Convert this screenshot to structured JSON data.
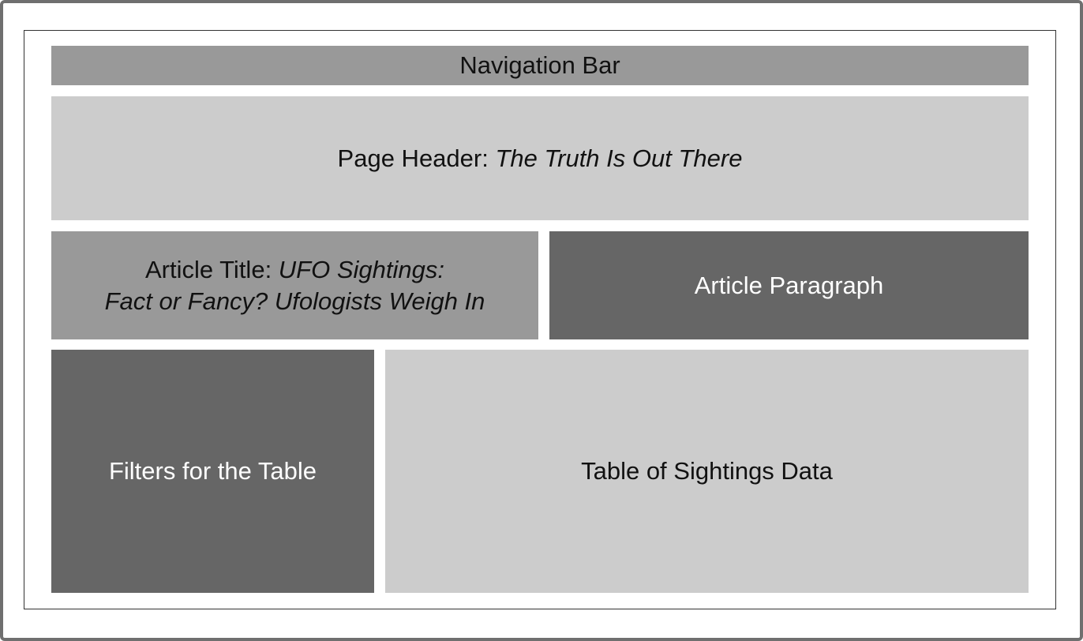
{
  "diagram": {
    "nav": {
      "label": "Navigation Bar"
    },
    "header": {
      "prefix": "Page Header: ",
      "title": "The Truth Is Out There"
    },
    "article_title": {
      "prefix": "Article Title: ",
      "line1": "UFO Sightings:",
      "line2": "Fact or Fancy? Ufologists Weigh In"
    },
    "article_paragraph": {
      "label": "Article Paragraph"
    },
    "filters": {
      "label": "Filters for the Table"
    },
    "table": {
      "label": "Table of Sightings Data"
    }
  },
  "colors": {
    "light": "#cccccc",
    "mid": "#999999",
    "dark": "#666666",
    "frame": "#6f6f6f"
  }
}
